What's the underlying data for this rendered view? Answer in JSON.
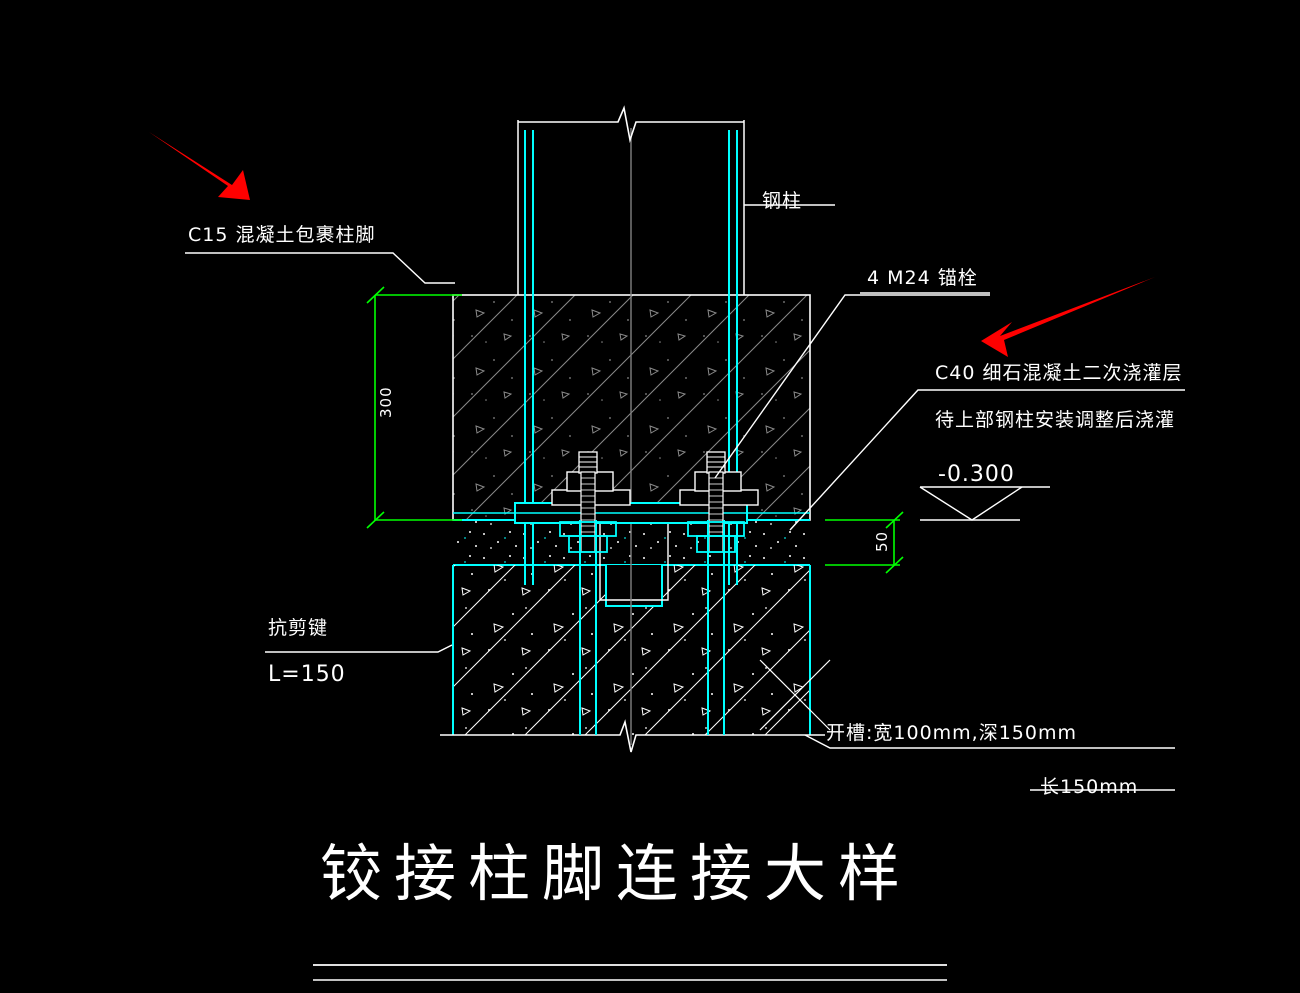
{
  "drawing": {
    "title": "铰接柱脚连接大样",
    "background_color": "#000000",
    "colors": {
      "line_white": "#ffffff",
      "line_cyan": "#00ffff",
      "line_green": "#00ff00",
      "line_gray": "#808080",
      "arrow_red": "#ff0000"
    }
  },
  "labels": {
    "concrete_encasement": "C15 混凝土包裹柱脚",
    "steel_column": "钢柱",
    "anchor_bolts": "4 M24 锚栓",
    "grout_layer_line1": "C40 细石混凝土二次浇灌层",
    "grout_layer_line2": "待上部钢柱安装调整后浇灌",
    "elevation": "-0.300",
    "shear_key_line1": "抗剪键",
    "shear_key_line2": "L=150",
    "slot_note": "开槽:宽100mm,深150mm",
    "slot_length": "长150mm"
  },
  "dimensions": {
    "height_300": "300",
    "height_50": "50"
  },
  "annotations": {
    "arrow_left": "red-arrow-pointing-to-concrete-encasement-label",
    "arrow_right": "red-arrow-pointing-to-grout-layer-label"
  }
}
